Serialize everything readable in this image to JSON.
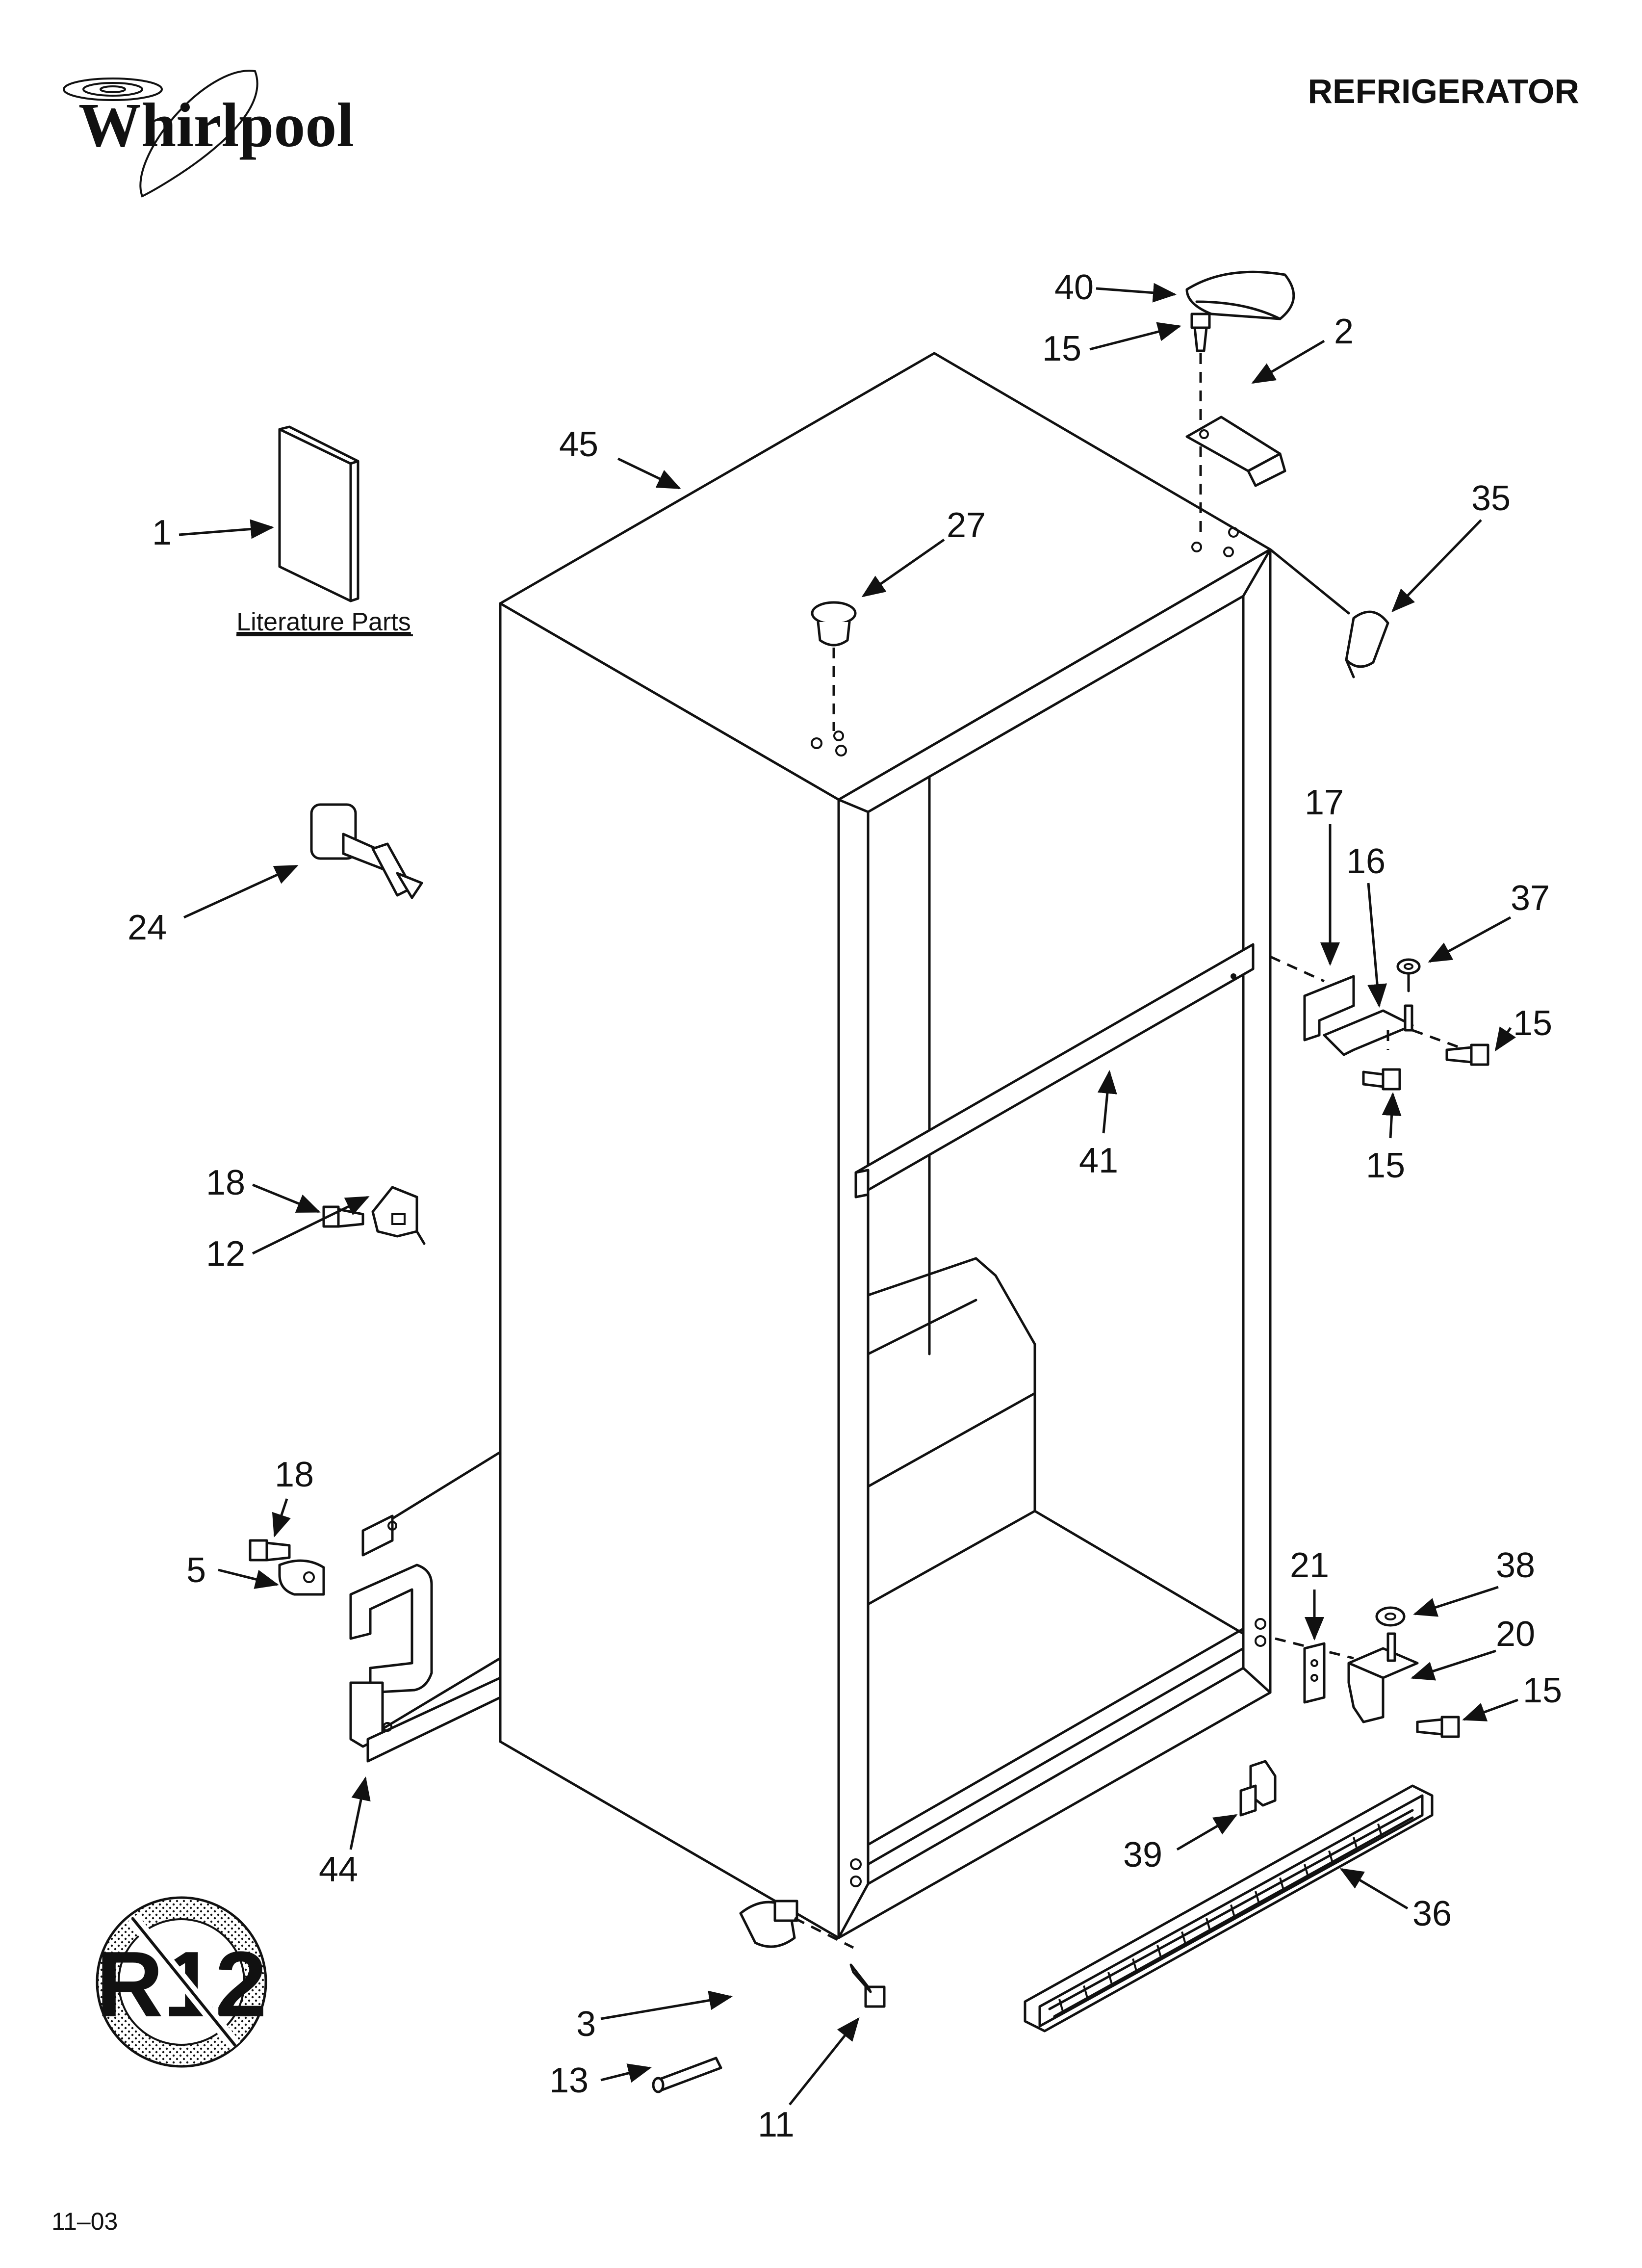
{
  "header": {
    "brand": "Whirlpool",
    "title": "REFRIGERATOR"
  },
  "literature_label": "Literature Parts",
  "footer": {
    "code": "11–03"
  },
  "no_r12_badge": {
    "text": "R12"
  },
  "callouts": [
    {
      "id": "c40",
      "label": "40"
    },
    {
      "id": "c15a",
      "label": "15"
    },
    {
      "id": "c2",
      "label": "2"
    },
    {
      "id": "c45",
      "label": "45"
    },
    {
      "id": "c1",
      "label": "1"
    },
    {
      "id": "c27",
      "label": "27"
    },
    {
      "id": "c35",
      "label": "35"
    },
    {
      "id": "c17",
      "label": "17"
    },
    {
      "id": "c16",
      "label": "16"
    },
    {
      "id": "c37",
      "label": "37"
    },
    {
      "id": "c24",
      "label": "24"
    },
    {
      "id": "c15b",
      "label": "15"
    },
    {
      "id": "c41",
      "label": "41"
    },
    {
      "id": "c15c",
      "label": "15"
    },
    {
      "id": "c18a",
      "label": "18"
    },
    {
      "id": "c12",
      "label": "12"
    },
    {
      "id": "c18b",
      "label": "18"
    },
    {
      "id": "c5",
      "label": "5"
    },
    {
      "id": "c21",
      "label": "21"
    },
    {
      "id": "c38",
      "label": "38"
    },
    {
      "id": "c20",
      "label": "20"
    },
    {
      "id": "c15d",
      "label": "15"
    },
    {
      "id": "c44",
      "label": "44"
    },
    {
      "id": "c39",
      "label": "39"
    },
    {
      "id": "c36",
      "label": "36"
    },
    {
      "id": "c3",
      "label": "3"
    },
    {
      "id": "c13",
      "label": "13"
    },
    {
      "id": "c11",
      "label": "11"
    }
  ]
}
